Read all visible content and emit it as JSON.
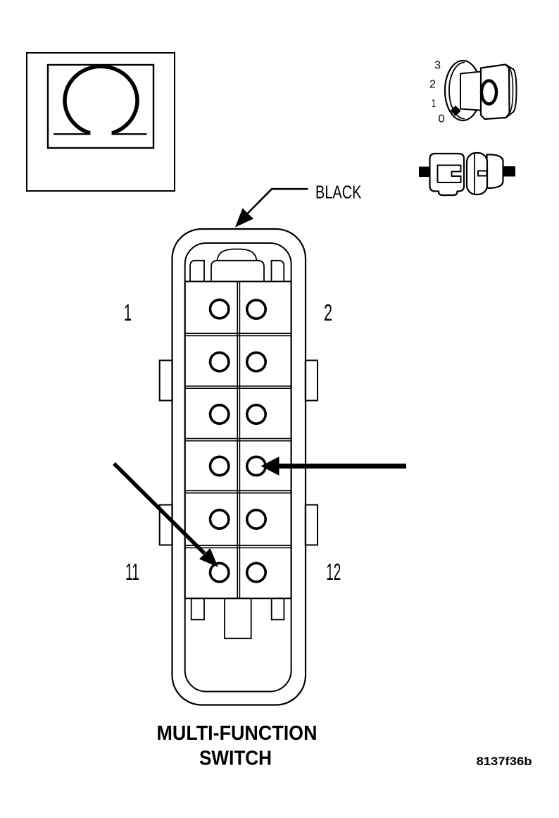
{
  "figure": {
    "code": "8137f36b"
  },
  "title": {
    "line1": "MULTI-FUNCTION",
    "line2": "SWITCH"
  },
  "callout": {
    "wire_color_label": "BLACK"
  },
  "ohm_meter": {
    "symbol_name": "omega-resistance-symbol"
  },
  "rotary_switch": {
    "positions": [
      "3",
      "2",
      "1",
      "0"
    ]
  },
  "connector": {
    "rows": 6,
    "columns": 2,
    "total_pins": 12,
    "pin_labels": {
      "top_left": "1",
      "top_right": "2",
      "bottom_left": "11",
      "bottom_right": "12"
    }
  },
  "colors": {
    "line": "#000000",
    "background": "#ffffff"
  }
}
